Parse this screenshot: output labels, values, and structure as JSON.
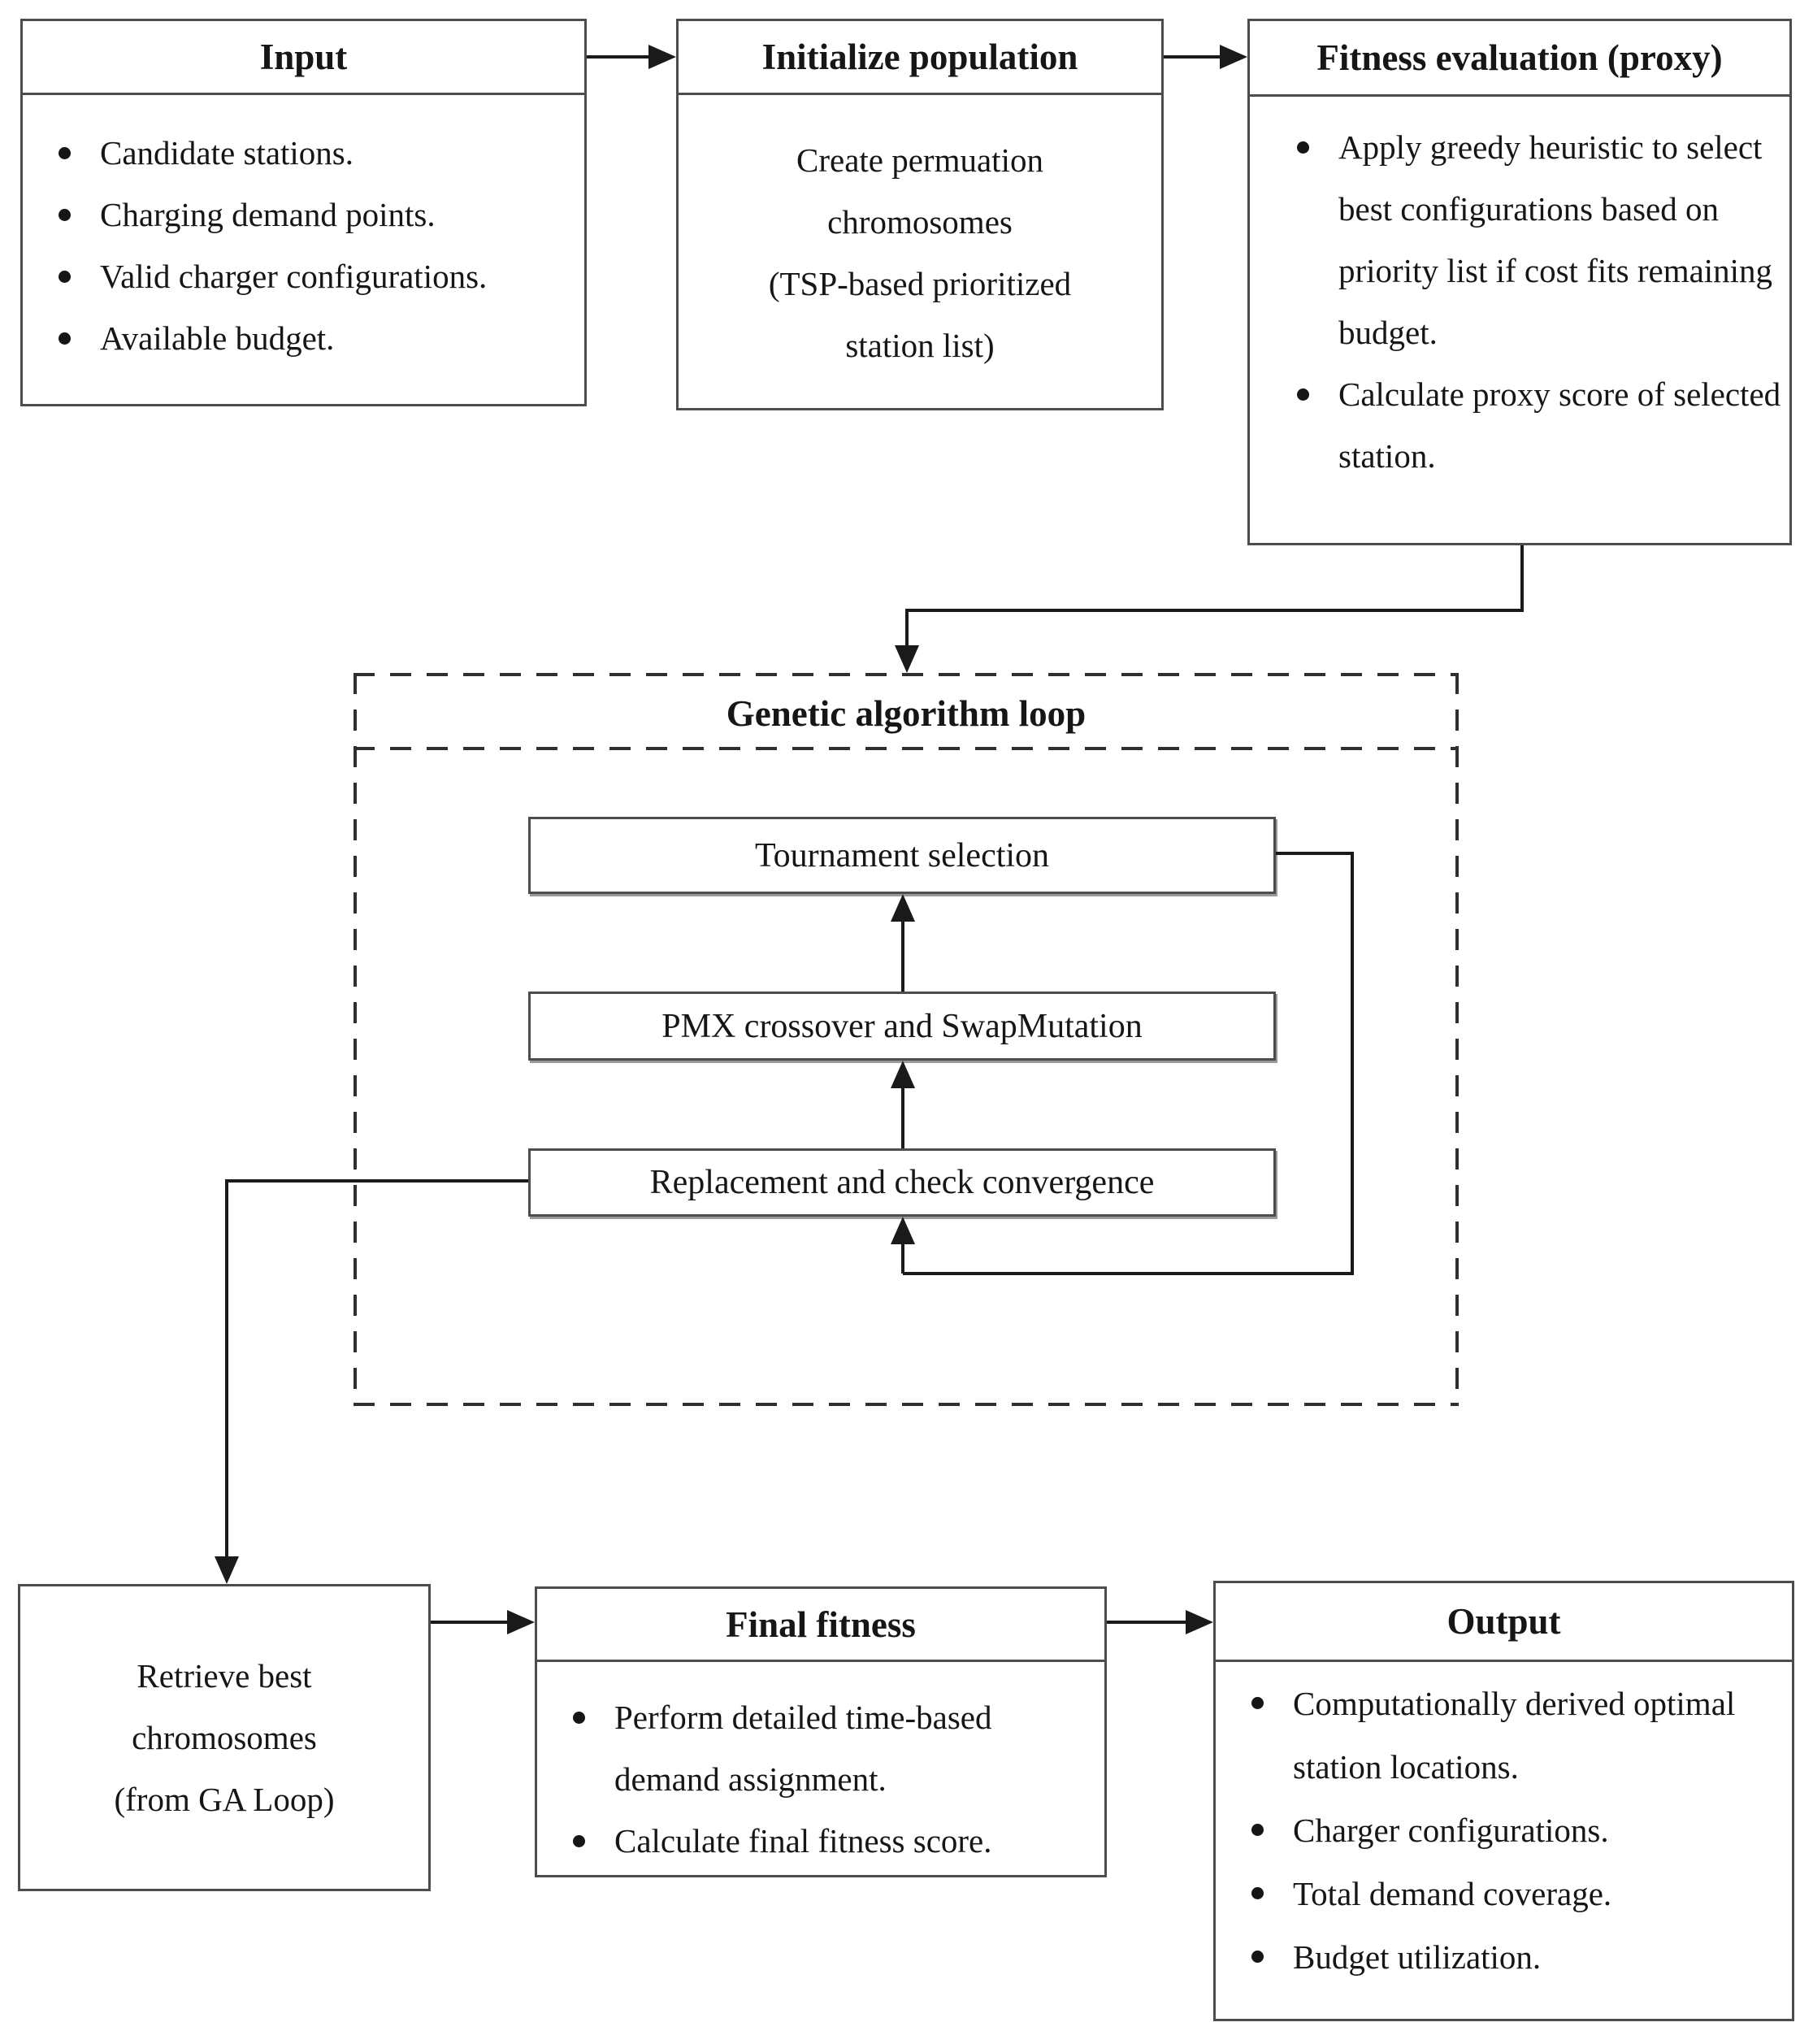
{
  "boxes": {
    "input": {
      "title": "Input",
      "bullets": [
        "Candidate stations.",
        "Charging demand points.",
        "Valid charger configurations.",
        "Available budget."
      ]
    },
    "initialize": {
      "title": "Initialize population",
      "body": "Create permuation\nchromosomes\n(TSP-based prioritized\nstation list)"
    },
    "fitness": {
      "title": "Fitness evaluation (proxy)",
      "bullets": [
        "Apply greedy heuristic to select best configurations based on priority list if cost fits remaining budget.",
        "Calculate proxy score of selected station."
      ]
    },
    "ga_loop": {
      "title": "Genetic algorithm loop",
      "steps": {
        "tournament": "Tournament selection",
        "pmx": "PMX crossover and SwapMutation",
        "replacement": "Replacement and check convergence"
      }
    },
    "retrieve": {
      "body": "Retrieve best\nchromosomes\n(from GA Loop)"
    },
    "final_fitness": {
      "title": "Final fitness",
      "bullets": [
        "Perform detailed time-based demand assignment.",
        "Calculate final fitness score."
      ]
    },
    "output": {
      "title": "Output",
      "bullets": [
        "Computationally derived optimal station locations.",
        "Charger configurations.",
        "Total demand coverage.",
        "Budget utilization."
      ]
    }
  },
  "colors": {
    "line": "#1a1a1a",
    "box_border": "#4d4d4d",
    "text": "#161616",
    "background": "#ffffff"
  }
}
